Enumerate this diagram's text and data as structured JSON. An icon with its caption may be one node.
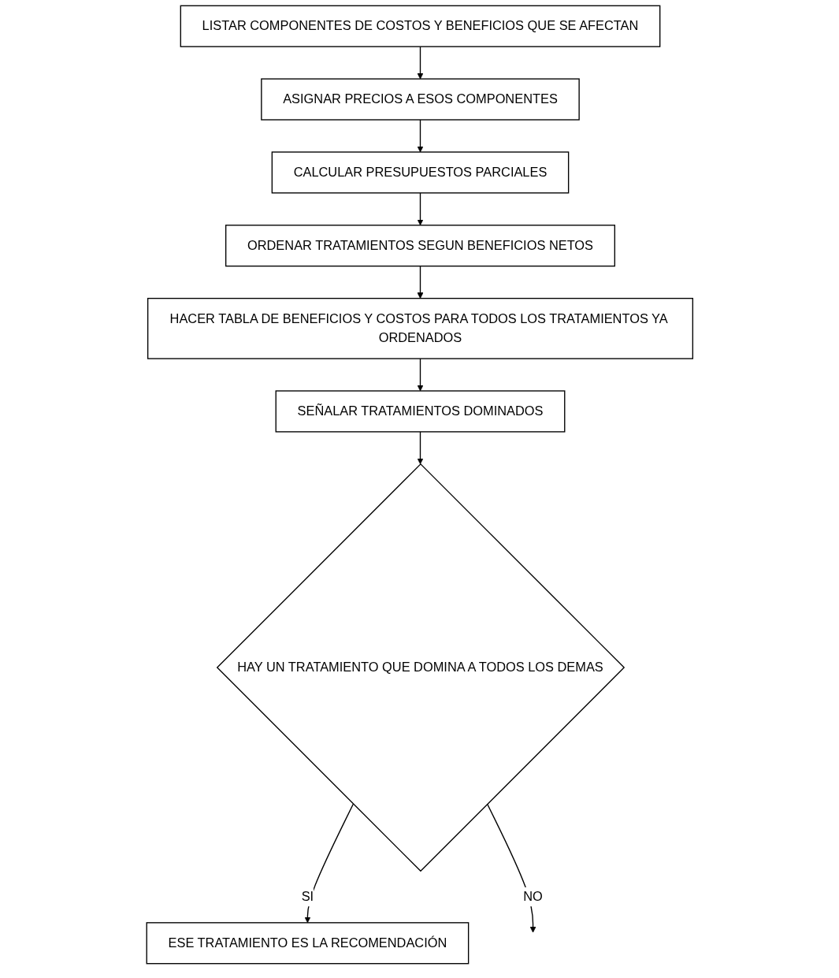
{
  "diagram": {
    "nodes": [
      {
        "text": [
          "LISTAR COMPONENTES DE COSTOS Y BENEFICIOS QUE SE AFECTAN"
        ]
      },
      {
        "text": [
          "ASIGNAR PRECIOS A ESOS COMPONENTES"
        ]
      },
      {
        "text": [
          "CALCULAR PRESUPUESTOS PARCIALES"
        ]
      },
      {
        "text": [
          "ORDENAR TRATAMIENTOS SEGUN BENEFICIOS NETOS"
        ]
      },
      {
        "text": [
          "HACER TABLA DE BENEFICIOS Y COSTOS PARA TODOS LOS TRATAMIENTOS YA ORDENADOS"
        ]
      },
      {
        "text": [
          "SEÑALAR TRATAMIENTOS DOMINADOS"
        ]
      },
      {
        "text": [
          "HAY UN TRATAMIENTO QUE DOMINA A TODOS LOS DEMAS"
        ]
      },
      {
        "text": [
          "ESE TRATAMIENTO ES LA RECOMENDACIÓN"
        ]
      }
    ],
    "edges": [
      {
        "from": 0,
        "to": 1,
        "arrow": "to"
      },
      {
        "from": 1,
        "to": 2,
        "arrow": "to"
      },
      {
        "from": 2,
        "to": 3,
        "arrow": "to"
      },
      {
        "from": 3,
        "to": 4,
        "arrow": "to"
      },
      {
        "from": 4,
        "to": 5,
        "arrow": "to"
      },
      {
        "from": 5,
        "to": 6,
        "arrow": "to"
      },
      {
        "from": 6,
        "to": 7,
        "label": "SI",
        "arrow": "to"
      },
      {
        "from": 6,
        "to": null,
        "label": "NO",
        "arrow": "to"
      }
    ]
  }
}
